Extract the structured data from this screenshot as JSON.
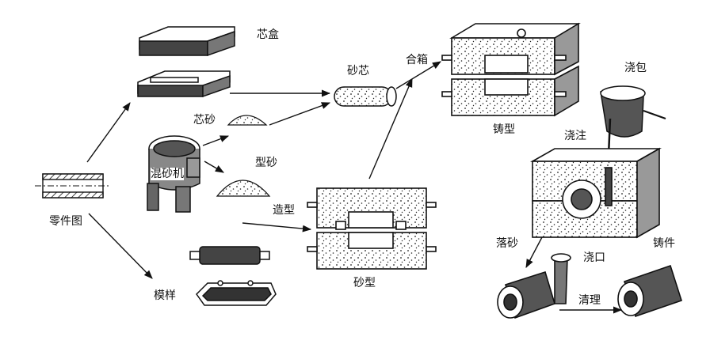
{
  "labels": {
    "part_drawing": "零件图",
    "core_box": "芯盒",
    "core_sand": "芯砂",
    "sand_mixer": "混砂机",
    "molding_sand": "型砂",
    "pattern": "模样",
    "sand_core": "砂芯",
    "molding": "造型",
    "sand_mold": "砂型",
    "mold_closing": "合箱",
    "casting_mold": "铸型",
    "ladle": "浇包",
    "pouring": "浇注",
    "shakeout": "落砂",
    "gate": "浇口",
    "casting": "铸件",
    "cleaning": "清理"
  }
}
